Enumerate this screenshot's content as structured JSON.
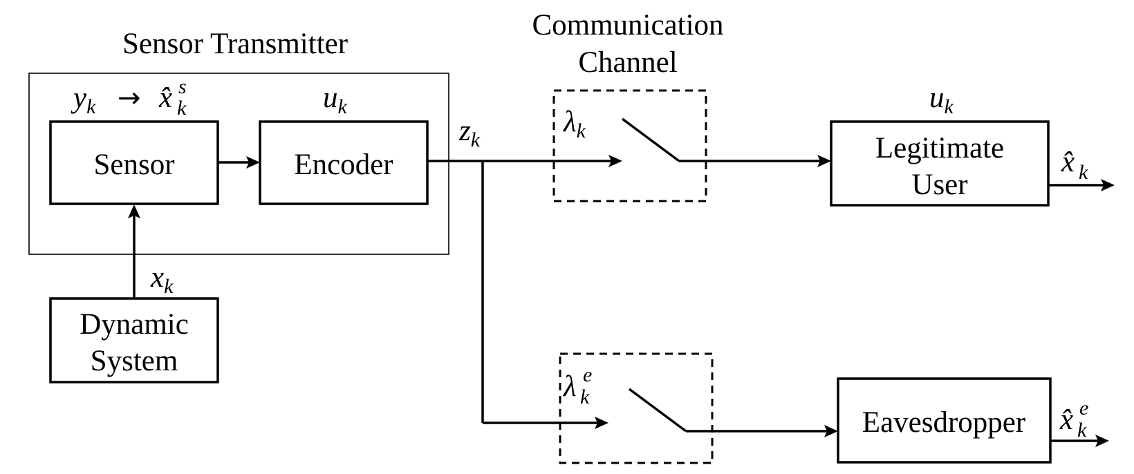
{
  "sensor_transmitter": {
    "title": "Sensor Transmitter",
    "sensor_label": "Sensor",
    "encoder_label": "Encoder",
    "sensor_signal": {
      "lhs_base": "y",
      "lhs_sub": "k",
      "arrow": "→",
      "rhs_base": "x̂",
      "rhs_sub": "k",
      "rhs_sup": "s"
    },
    "encoder_signal": {
      "base": "u",
      "sub": "k"
    }
  },
  "communication_channel": {
    "title_line1": "Communication",
    "title_line2": "Channel",
    "legit_switch": {
      "base": "λ",
      "sub": "k"
    },
    "eaves_switch": {
      "base": "λ",
      "sub": "k",
      "sup": "e"
    }
  },
  "encoder_output": {
    "base": "z",
    "sub": "k"
  },
  "dynamic_system": {
    "line1": "Dynamic",
    "line2": "System",
    "output": {
      "base": "x",
      "sub": "k"
    }
  },
  "legitimate_user": {
    "line1": "Legitimate",
    "line2": "User",
    "input": {
      "base": "u",
      "sub": "k"
    },
    "output": {
      "base": "x̂",
      "sub": "k"
    }
  },
  "eavesdropper": {
    "label": "Eavesdropper",
    "output": {
      "base": "x̂",
      "sub": "k",
      "sup": "e"
    }
  }
}
